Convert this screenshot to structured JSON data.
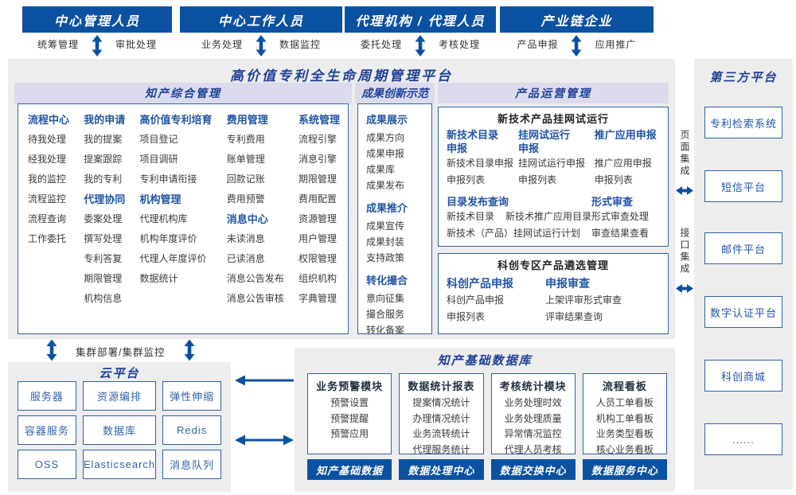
{
  "colors": {
    "primary": "#0b51a1",
    "navy_text": "#1d3f96",
    "heading_blue": "#2155a4",
    "band_bg": "#dbdbed",
    "zone_bg": "#ededed",
    "box_border": "#2e62a9"
  },
  "top_roles": [
    {
      "label": "中心管理人员",
      "tags": [
        "统筹管理",
        "审批处理"
      ]
    },
    {
      "label": "中心工作人员",
      "tags": [
        "业务处理",
        "数据监控"
      ]
    },
    {
      "label": "代理机构 / 代理人员",
      "tags": [
        "委托处理",
        "考核处理"
      ]
    },
    {
      "label": "产业链企业",
      "tags": [
        "产品申报",
        "应用推广"
      ]
    }
  ],
  "platform_title": "高价值专利全生命周期管理平台",
  "s": {
    "ip": {
      "title": "知产综合管理",
      "cols": [
        {
          "groups": [
            {
              "title": "流程中心",
              "items": [
                "待我处理",
                "经我处理",
                "我的监控",
                "流程监控",
                "流程查询",
                "工作委托"
              ]
            }
          ]
        },
        {
          "groups": [
            {
              "title": "我的申请",
              "items": [
                "我的提案",
                "提案跟踪",
                "我的专利"
              ]
            },
            {
              "title": "代理协同",
              "items": [
                "委案处理",
                "撰写处理",
                "专利答复",
                "期限管理",
                "机构信息"
              ]
            }
          ]
        },
        {
          "groups": [
            {
              "title": "高价值专利培育",
              "items": [
                "项目登记",
                "项目调研",
                "专利申请衔接"
              ]
            },
            {
              "title": "机构管理",
              "items": [
                "代理机构库",
                "机构年度评价",
                "代理人年度评价",
                "数据统计"
              ]
            }
          ]
        },
        {
          "groups": [
            {
              "title": "费用管理",
              "items": [
                "专利费用",
                "账单管理",
                "回款记账",
                "费用预警"
              ]
            },
            {
              "title": "消息中心",
              "items": [
                "未读消息",
                "已读消息",
                "消息公告发布",
                "消息公告审核"
              ]
            }
          ]
        },
        {
          "groups": [
            {
              "title": "系统管理",
              "items": [
                "流程引擎",
                "消息引擎",
                "期限管理",
                "费用配置",
                "资源管理",
                "用户管理",
                "权限管理",
                "组织机构",
                "字典管理"
              ]
            }
          ]
        }
      ]
    },
    "ac": {
      "title": "成果创新示范",
      "groups": [
        {
          "title": "成果展示",
          "items": [
            "成果方向",
            "成果申报",
            "成果库",
            "成果发布"
          ]
        },
        {
          "title": "成果推介",
          "items": [
            "成果宣传",
            "成果封装",
            "支持政策"
          ]
        },
        {
          "title": "转化撮合",
          "items": [
            "意向征集",
            "撮合服务",
            "转化备案"
          ]
        }
      ]
    },
    "pr": {
      "title": "产品运营管理",
      "sub1": {
        "title": "新技术产品挂网试运行",
        "g0": {
          "title": "新技术目录申报",
          "items": [
            "新技术目录申报",
            "申报列表"
          ]
        },
        "g1": {
          "title": "挂网试运行申报",
          "items": [
            "挂网试运行申报",
            "申报列表"
          ]
        },
        "g2": {
          "title": "推广应用申报",
          "items": [
            "推广应用申报",
            "申报列表"
          ]
        },
        "g3": {
          "title": "目录发布查询",
          "items": [
            "新技术目录",
            "新技术推广应用目录",
            "新技术（产品）挂网试运行计划"
          ]
        },
        "g4": {
          "title": "形式审查",
          "items": [
            "形式审查处理",
            "审查结果查看"
          ]
        }
      },
      "sub2": {
        "title": "科创专区产品遴选管理",
        "g0": {
          "title": "科创产品申报",
          "items": [
            "科创产品申报",
            "申报列表"
          ]
        },
        "g1": {
          "title": "申报审查",
          "items": [
            "上架评审形式审查",
            "评审结果查询"
          ]
        }
      }
    }
  },
  "cluster_label": "集群部署/集群监控",
  "cloud": {
    "title": "云平台",
    "boxes": [
      "服务器",
      "资源编排",
      "弹性伸缩",
      "容器服务",
      "数据库",
      "Redis",
      "OSS",
      "Elasticsearch",
      "消息队列"
    ]
  },
  "db": {
    "title": "知产基础数据库",
    "modules": [
      {
        "title": "业务预警模块",
        "items": [
          "预警设置",
          "预警提醒",
          "预警应用"
        ]
      },
      {
        "title": "数据统计报表",
        "items": [
          "提案情况统计",
          "办理情况统计",
          "业务流转统计",
          "代理服务统计"
        ]
      },
      {
        "title": "考核统计模块",
        "items": [
          "业务处理时效",
          "业务处理质量",
          "异常情况监控",
          "代理人员考核"
        ]
      },
      {
        "title": "流程看板",
        "items": [
          "人员工单看板",
          "机构工单看板",
          "业务类型看板",
          "核心业务看板"
        ]
      }
    ],
    "bars": [
      "知产基础数据",
      "数据处理中心",
      "数据交换中心",
      "数据服务中心"
    ]
  },
  "integration": {
    "page": "页面集成",
    "api": "接口集成"
  },
  "third_party": {
    "title": "第三方平台",
    "boxes": [
      "专利检索系统",
      "短信平台",
      "邮件平台",
      "数字认证平台",
      "科创商城",
      "......"
    ]
  }
}
